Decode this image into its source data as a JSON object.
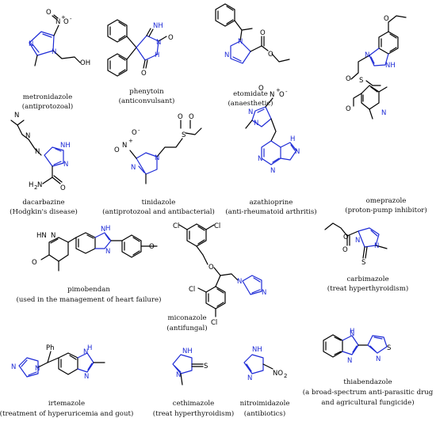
{
  "compounds": [
    {
      "name": "metronidazole",
      "use": "(antiprotozoal)"
    },
    {
      "name": "phenytoin",
      "use": "(anticonvulsant)"
    },
    {
      "name": "etomidate",
      "use": "(anaesthetic)"
    },
    {
      "name": "dacarbazine",
      "use": "(Hodgkin's disease)"
    },
    {
      "name": "tinidazole",
      "use": "(antiprotozoal and antibacterial)"
    },
    {
      "name": "azathioprine",
      "use": "(anti-rheumatoid arthritis)"
    },
    {
      "name": "omeprazole",
      "use": "(proton-pump inhibitor)"
    },
    {
      "name": "pimobendan",
      "use": "(used in the management of heart failure)"
    },
    {
      "name": "miconazole",
      "use": "(antifungal)"
    },
    {
      "name": "carbimazole",
      "use": "(treat hyperthyroidism)"
    },
    {
      "name": "irtemazole",
      "use": "(treatment of hyperuricemia and gout)"
    },
    {
      "name": "cethimazole",
      "use": "(treat hyperthyroidism)"
    },
    {
      "name": "nitroimidazole",
      "use": "(antibiotics)"
    },
    {
      "name": "thiabendazole",
      "use": "(a broad-spectrum anti-parasitic drug",
      "use2": "and agricultural fungicide)"
    }
  ],
  "atoms": {
    "N": "N",
    "NH": "NH",
    "HN": "HN",
    "H": "H",
    "O": "O",
    "OH": "OH",
    "S": "S",
    "Cl": "Cl",
    "Ph": "Ph",
    "plus": "+",
    "minus": "-",
    "H2N": "H",
    "twoSub": "2",
    "N2suffix": "N",
    "NO2": "NO",
    "NO2sub": "2"
  }
}
